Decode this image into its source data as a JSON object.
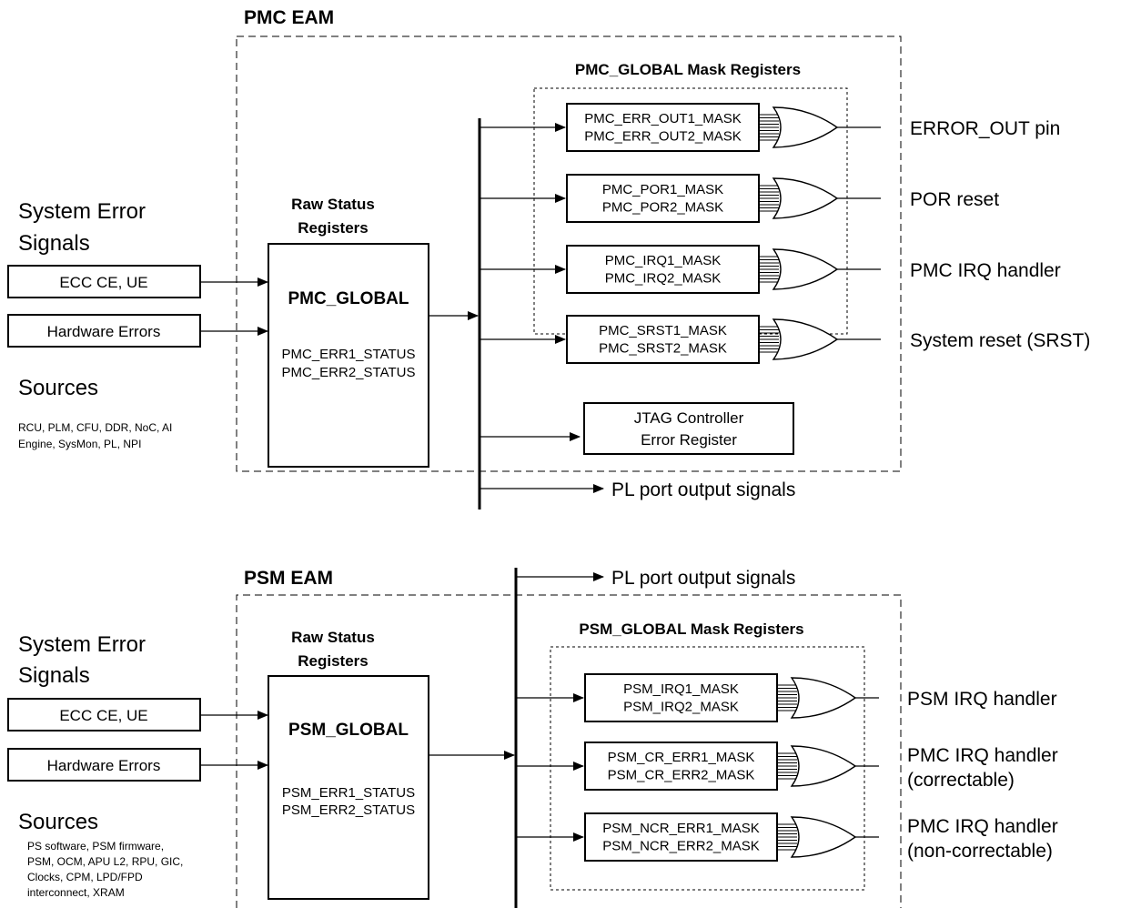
{
  "pmc": {
    "title": "PMC EAM",
    "raw_status_title": [
      "Raw Status",
      "Registers"
    ],
    "system_error_signals": [
      "System Error",
      "Signals"
    ],
    "inputs": [
      "ECC CE, UE",
      "Hardware Errors"
    ],
    "sources_label": "Sources",
    "sources_list": [
      "RCU, PLM, CFU, DDR, NoC, AI",
      "Engine, SysMon, PL, NPI"
    ],
    "global_name": "PMC_GLOBAL",
    "status_regs": [
      "PMC_ERR1_STATUS",
      "PMC_ERR2_STATUS"
    ],
    "mask_group_title": "PMC_GLOBAL Mask Registers",
    "masks": [
      {
        "regs": [
          "PMC_ERR_OUT1_MASK",
          "PMC_ERR_OUT2_MASK"
        ],
        "output": "ERROR_OUT pin"
      },
      {
        "regs": [
          "PMC_POR1_MASK",
          "PMC_POR2_MASK"
        ],
        "output": "POR reset"
      },
      {
        "regs": [
          "PMC_IRQ1_MASK",
          "PMC_IRQ2_MASK"
        ],
        "output": "PMC IRQ handler"
      },
      {
        "regs": [
          "PMC_SRST1_MASK",
          "PMC_SRST2_MASK"
        ],
        "output": "System reset (SRST)"
      }
    ],
    "jtag": [
      "JTAG Controller",
      "Error Register"
    ],
    "pl_port": "PL port output signals"
  },
  "psm": {
    "title": "PSM EAM",
    "raw_status_title": [
      "Raw Status",
      "Registers"
    ],
    "system_error_signals": [
      "System Error",
      "Signals"
    ],
    "inputs": [
      "ECC CE, UE",
      "Hardware Errors"
    ],
    "sources_label": "Sources",
    "sources_list": [
      "PS software, PSM firmware,",
      "PSM, OCM, APU L2, RPU, GIC,",
      "Clocks, CPM, LPD/FPD",
      "interconnect, XRAM"
    ],
    "global_name": "PSM_GLOBAL",
    "status_regs": [
      "PSM_ERR1_STATUS",
      "PSM_ERR2_STATUS"
    ],
    "mask_group_title": "PSM_GLOBAL Mask Registers",
    "masks": [
      {
        "regs": [
          "PSM_IRQ1_MASK",
          "PSM_IRQ2_MASK"
        ],
        "output": [
          "PSM IRQ handler"
        ]
      },
      {
        "regs": [
          "PSM_CR_ERR1_MASK",
          "PSM_CR_ERR2_MASK"
        ],
        "output": [
          "PMC IRQ handler",
          "(correctable)"
        ]
      },
      {
        "regs": [
          "PSM_NCR_ERR1_MASK",
          "PSM_NCR_ERR2_MASK"
        ],
        "output": [
          "PMC IRQ handler",
          "(non-correctable)"
        ]
      }
    ],
    "pl_port": "PL port output signals"
  }
}
